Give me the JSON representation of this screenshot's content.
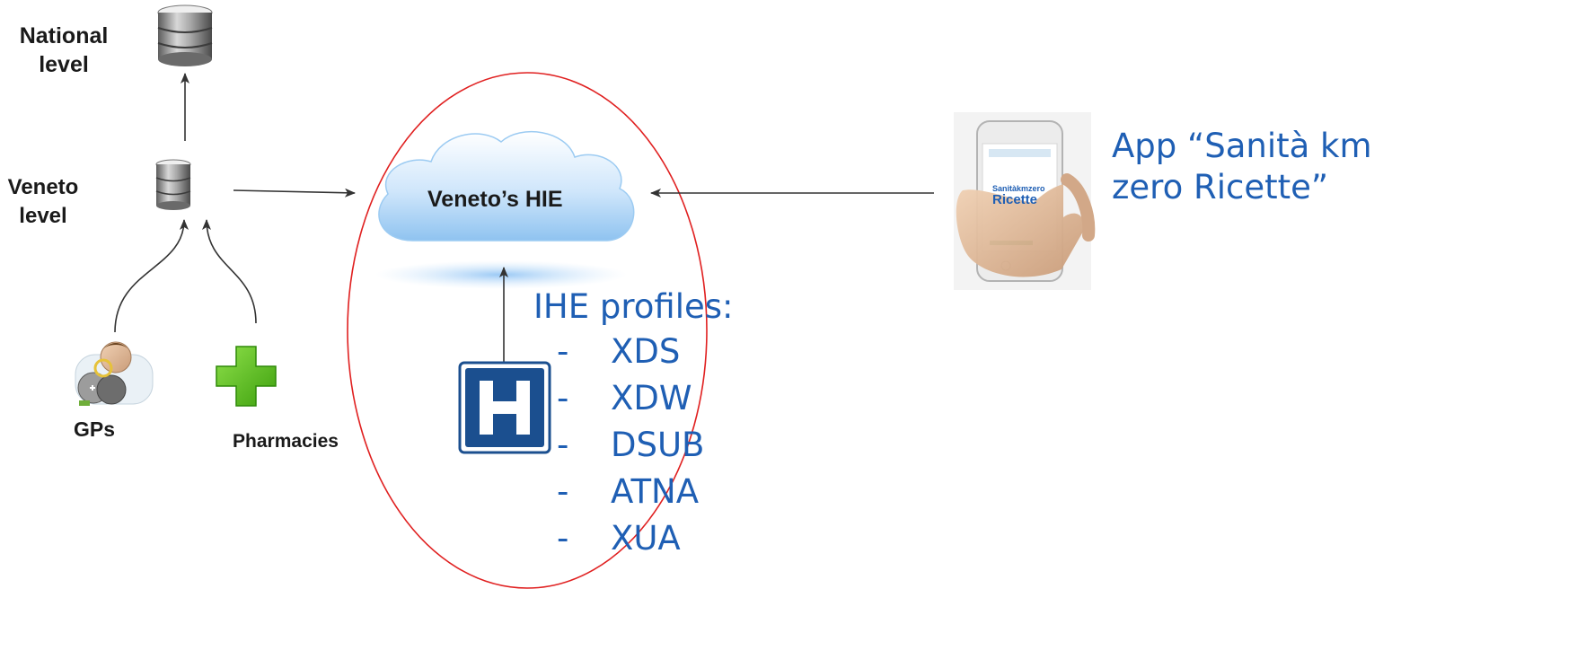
{
  "labels": {
    "national": "National level",
    "veneto": "Veneto level",
    "gps": "GPs",
    "pharmacies": "Pharmacies"
  },
  "hie": {
    "title": "Veneto’s HIE"
  },
  "ihe": {
    "title": "IHE profiles:",
    "bullet": "-",
    "profiles": [
      "XDS",
      "XDW",
      "DSUB",
      "ATNA",
      "XUA"
    ]
  },
  "app": {
    "label": "App “Sanità km zero Ricette”",
    "screen_brand": "Sanitàkmzero",
    "screen_title": "Ricette"
  },
  "colors": {
    "ellipse": "#e02020",
    "blue_text": "#1f5fb4",
    "arrow": "#222222",
    "pharmacy_cross": "#5cc41a",
    "hospital_sign": "#1b4f8f"
  },
  "icons": {
    "database": "database-icon",
    "doctor": "doctor-icon",
    "pharmacy": "pharmacy-cross-icon",
    "hospital": "hospital-sign-icon",
    "phone": "phone-in-hand-icon",
    "cloud": "cloud-icon"
  }
}
